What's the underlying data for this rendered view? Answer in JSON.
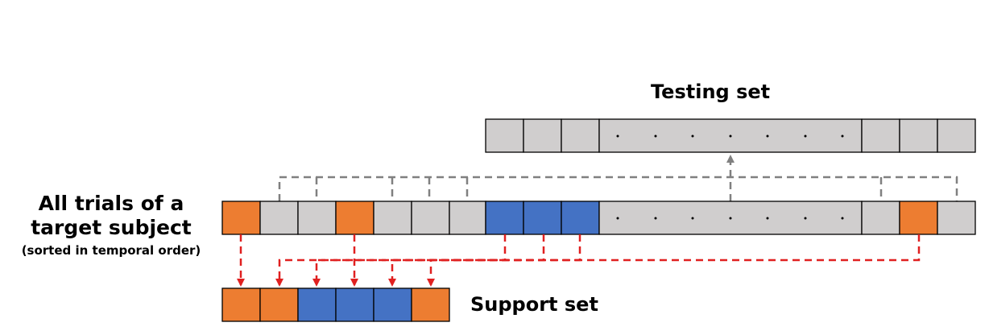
{
  "labels": {
    "testing_set": "Testing set",
    "all_trials_line1": "All trials of a",
    "all_trials_line2": "target subject",
    "all_trials_sub": "(sorted in temporal order)",
    "support_set": "Support set"
  },
  "colors": {
    "orange": "#ED7D31",
    "blue": "#4472C4",
    "gray": "#D0CECE",
    "red_arrow": "#E02020",
    "gray_arrow": "#808080"
  },
  "rows": {
    "all_trials": [
      "orange",
      "gray",
      "gray",
      "orange",
      "gray",
      "gray",
      "gray",
      "blue",
      "blue",
      "blue",
      "ellipsis",
      "gray",
      "orange",
      "gray"
    ],
    "testing_set": [
      "gray",
      "gray",
      "gray",
      "ellipsis",
      "gray",
      "gray",
      "gray"
    ],
    "support_set": [
      "orange",
      "orange",
      "blue",
      "blue",
      "blue",
      "orange"
    ]
  }
}
